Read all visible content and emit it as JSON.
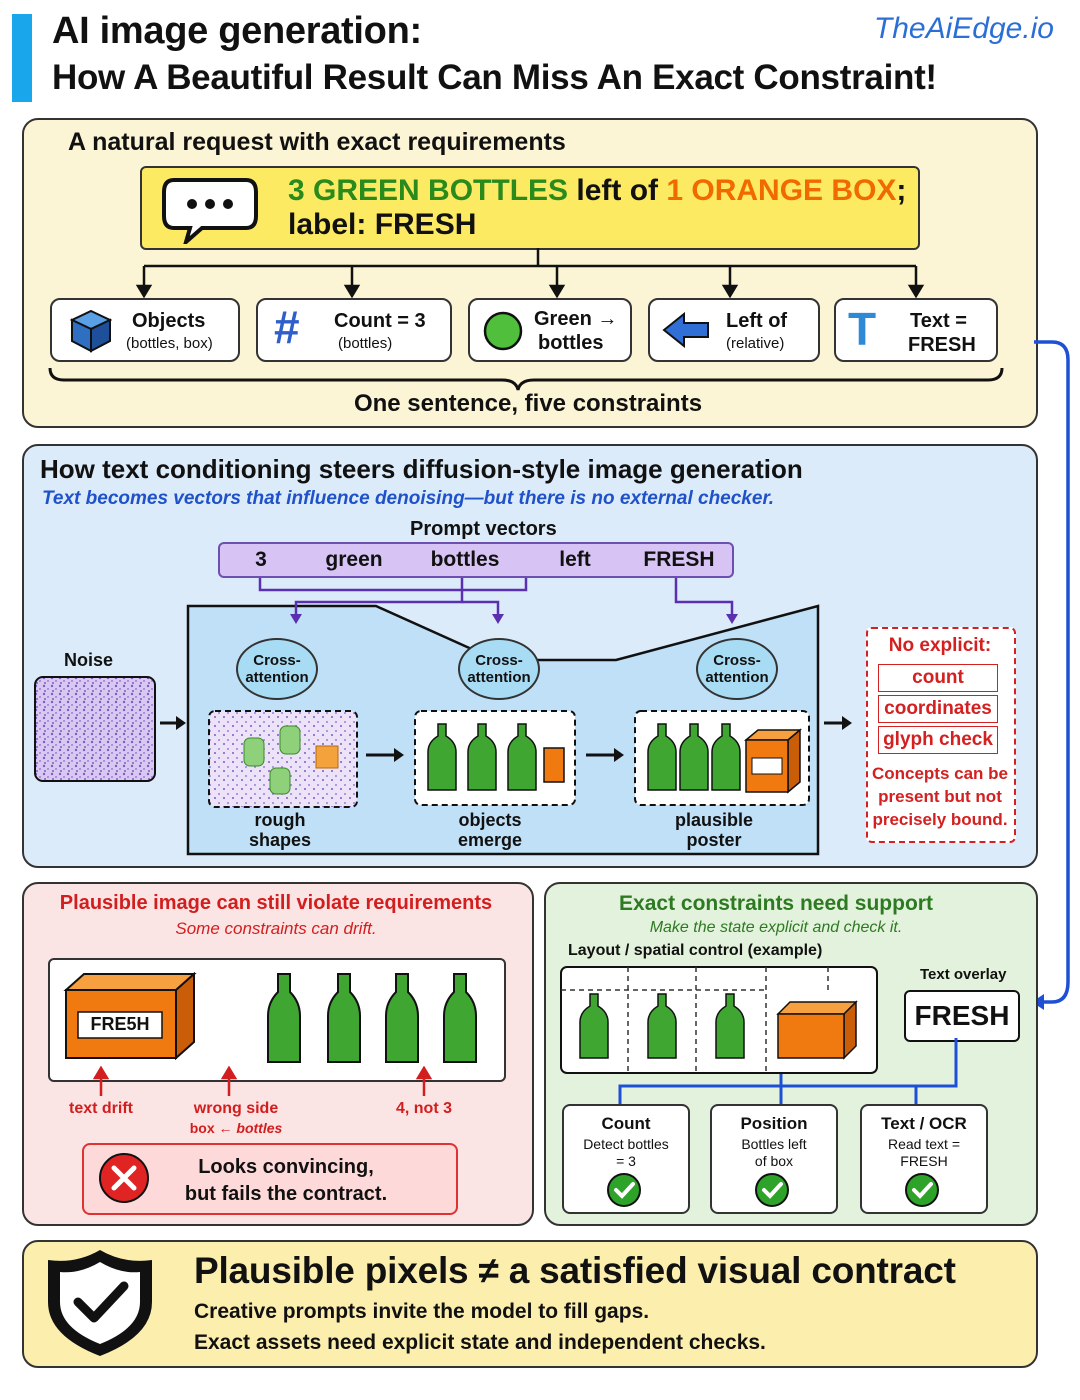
{
  "header": {
    "title_line1": "AI image generation:",
    "title_line2": "How A Beautiful Result Can Miss An Exact Constraint!",
    "brand": "TheAiEdge.io"
  },
  "section1": {
    "title": "A natural request with exact requirements",
    "request": {
      "part1": "3 GREEN BOTTLES",
      "part2": " left of ",
      "part3": "1 ORANGE BOX",
      "part4": ";",
      "line2": "label: FRESH"
    },
    "constraints": [
      {
        "icon": "cube-icon",
        "title": "Objects",
        "sub": "(bottles, box)"
      },
      {
        "icon": "hash-icon",
        "title": "Count = 3",
        "sub": "(bottles)"
      },
      {
        "icon": "green-circle-icon",
        "title": "Green →",
        "sub": "bottles"
      },
      {
        "icon": "left-arrow-icon",
        "title": "Left of",
        "sub": "(relative)"
      },
      {
        "icon": "text-t-icon",
        "title": "Text =",
        "sub": "FRESH"
      }
    ],
    "footer": "One sentence, five constraints"
  },
  "section2": {
    "title": "How text conditioning steers diffusion-style image generation",
    "subtitle": "Text becomes vectors that influence denoising—but there is no external checker.",
    "prompt_vectors_label": "Prompt vectors",
    "tokens": [
      "3",
      "green",
      "bottles",
      "left",
      "FRESH"
    ],
    "noise_label": "Noise",
    "cross_attention": "Cross-attention",
    "ca_line1": "Cross-",
    "ca_line2": "attention",
    "stages": [
      {
        "line1": "rough",
        "line2": "shapes"
      },
      {
        "line1": "objects",
        "line2": "emerge"
      },
      {
        "line1": "plausible",
        "line2": "poster"
      }
    ],
    "no_explicit": {
      "title": "No explicit:",
      "items": [
        "count",
        "coordinates",
        "glyph check"
      ],
      "note_line1": "Concepts can be",
      "note_line2": "present but not",
      "note_line3": "precisely bound."
    }
  },
  "section3": {
    "title": "Plausible image can still violate requirements",
    "subtitle": "Some constraints can drift.",
    "box_label": "FRE5H",
    "errors": [
      {
        "line1": "text drift",
        "line2": ""
      },
      {
        "line1": "wrong side",
        "line2_a": "box ← ",
        "line2_b": "bottles"
      },
      {
        "line1": "4, not 3",
        "line2": ""
      }
    ],
    "fail_line1": "Looks convincing,",
    "fail_line2": "but fails the contract."
  },
  "section4": {
    "title": "Exact constraints need support",
    "subtitle": "Make the state explicit and check it.",
    "layout_label": "Layout / spatial control (example)",
    "overlay_label": "Text overlay",
    "overlay_text": "FRESH",
    "checks": [
      {
        "title": "Count",
        "line1": "Detect bottles",
        "line2": "= 3"
      },
      {
        "title": "Position",
        "line1": "Bottles left",
        "line2": "of box"
      },
      {
        "title": "Text / OCR",
        "line1": "Read text =",
        "line2": "FRESH"
      }
    ]
  },
  "footer": {
    "title": "Plausible pixels ≠ a satisfied visual contract",
    "line1": "Creative prompts invite the model to fill gaps.",
    "line2": "Exact assets need explicit state and independent checks."
  },
  "colors": {
    "accent": "#1aa6ea",
    "brand": "#2b6fd6",
    "green": "#2a8a1c",
    "orange": "#f06a00",
    "error_red": "#d21e1e",
    "connector_blue": "#1e50d6",
    "token_purple": "#d7c4f4"
  }
}
